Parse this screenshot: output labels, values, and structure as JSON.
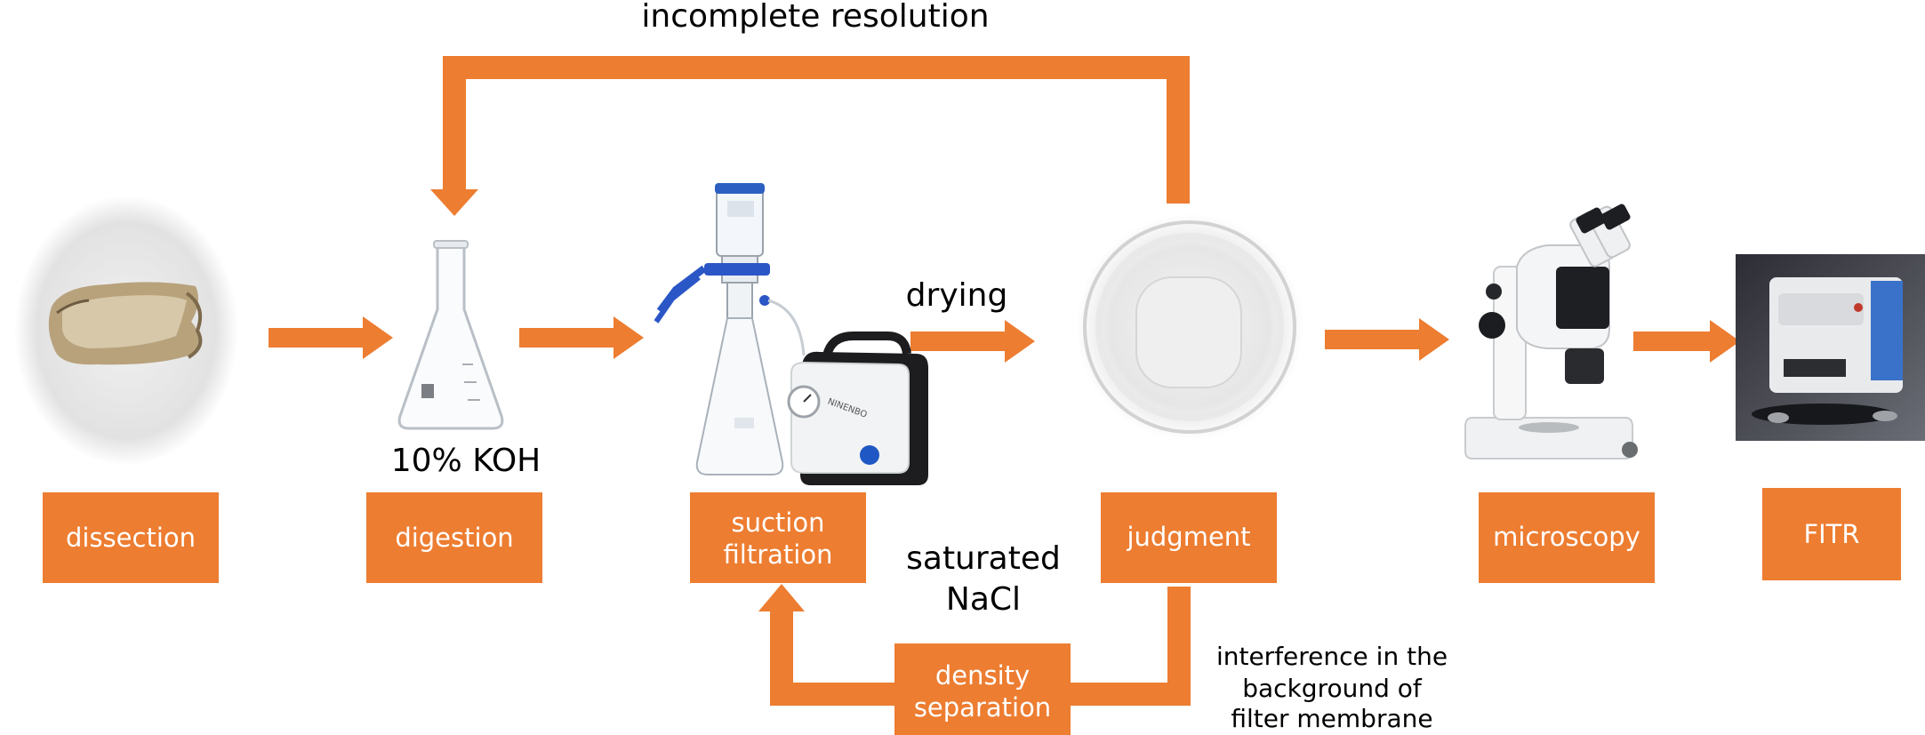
{
  "colors": {
    "arrow": "#ED7D31",
    "box": "#ED7D31",
    "box_text": "#FFFFFF",
    "text": "#000000"
  },
  "steps": [
    {
      "id": "dissection",
      "label": "dissection",
      "icon": "shrimp-sample-icon"
    },
    {
      "id": "digestion",
      "label": "digestion",
      "icon": "erlenmeyer-flask-icon"
    },
    {
      "id": "suction",
      "label_line1": "suction",
      "label_line2": "filtration",
      "icon": "vacuum-filtration-apparatus-icon"
    },
    {
      "id": "judgment",
      "label": "judgment",
      "icon": "filter-membrane-dish-icon"
    },
    {
      "id": "microscopy",
      "label": "microscopy",
      "icon": "stereo-microscope-icon"
    },
    {
      "id": "fitr",
      "label": "FITR",
      "icon": "ftir-spectrometer-icon"
    }
  ],
  "density": {
    "label_line1": "density",
    "label_line2": "separation"
  },
  "annotations": {
    "incomplete": "incomplete resolution",
    "koh": "10% KOH",
    "drying": "drying",
    "nacl_line1": "saturated",
    "nacl_line2": "NaCl",
    "interference_line1": "interference in the",
    "interference_line2": "background of",
    "interference_line3": "filter membrane"
  },
  "device_brand": "NINENBO"
}
